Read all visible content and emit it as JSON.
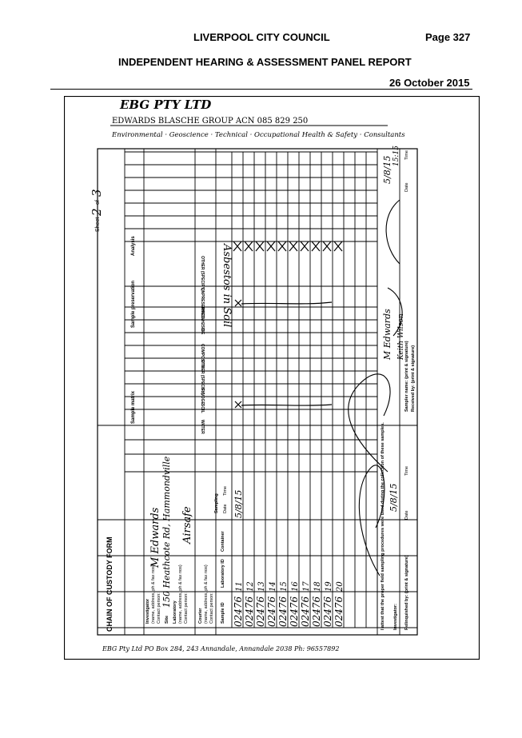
{
  "header": {
    "council": "LIVERPOOL CITY COUNCIL",
    "page": "Page 327",
    "panel": "INDEPENDENT HEARING & ASSESSMENT PANEL REPORT",
    "date": "26 October 2015"
  },
  "form": {
    "logo": "EBG PTY LTD",
    "company": "EDWARDS BLASCHE GROUP ACN 085 829 250",
    "services": "Environmental · Geoscience · Technical · Occupational Health & Safety · Consultants",
    "title": "CHAIN OF CUSTODY FORM",
    "sheet_label": "Sheet",
    "sheet_no": "2",
    "sheet_of": "of",
    "sheet_total": "3",
    "labels": {
      "investigator": "Investigator",
      "investigator_sub": "(name, address, ph & fax nos)",
      "contact": "Contact person:",
      "site": "Site",
      "laboratory": "Laboratory",
      "laboratory_sub": "(name, address, ph & fax nos)",
      "courier": "Courier",
      "courier_sub": "(name, address, ph & fax nos)",
      "sample_id": "Sample ID",
      "lab_id": "Laboratory ID",
      "container": "Container",
      "sampling": "Sampling",
      "date": "Date",
      "time": "Time",
      "sample_matrix": "Sample matrix",
      "sample_preservation": "Sample preservation",
      "analysis": "Analysis",
      "attest": "I attest that the proper field sampling procedures were used during the collection of these samples.",
      "investigator_sign": "Investigator:",
      "relinquished": "Relinquished by: (print & signature)",
      "sampler": "Sampler name: (print & signature)",
      "received": "Received by: (print & signature)"
    },
    "matrix_cols": [
      "WATER",
      "SOIL",
      "SLUDGE",
      "OTHER (SPECIFY)",
      "COMPOSITE"
    ],
    "preservation_cols": [
      "ICE",
      "HNO3/H2SO4",
      "UNPRESERVED",
      "OTHER (SPECIFY)"
    ],
    "handwritten": {
      "investigator": "M Edwards",
      "site": "150 Heathcote Rd, Hammondville",
      "laboratory": "Airsafe",
      "analysis": "Asbestos in Soil",
      "sample_date": "5/8/15",
      "sampler": "M Edwards",
      "received": "Keith Wilson",
      "date1": "5/8/15",
      "date2": "5/8/15",
      "time2": "15:15"
    },
    "samples": [
      {
        "id": "02476",
        "lab": "11"
      },
      {
        "id": "02476",
        "lab": "12"
      },
      {
        "id": "02476",
        "lab": "13"
      },
      {
        "id": "02476",
        "lab": "14"
      },
      {
        "id": "02476",
        "lab": "15"
      },
      {
        "id": "02476",
        "lab": "16"
      },
      {
        "id": "02476",
        "lab": "17"
      },
      {
        "id": "02476",
        "lab": "18"
      },
      {
        "id": "02476",
        "lab": "19"
      },
      {
        "id": "02476",
        "lab": "20"
      }
    ],
    "footer": "EBG Pty Ltd   PO Box 284, 243 Annandale, Annandale 2038   Ph: 96557892"
  }
}
